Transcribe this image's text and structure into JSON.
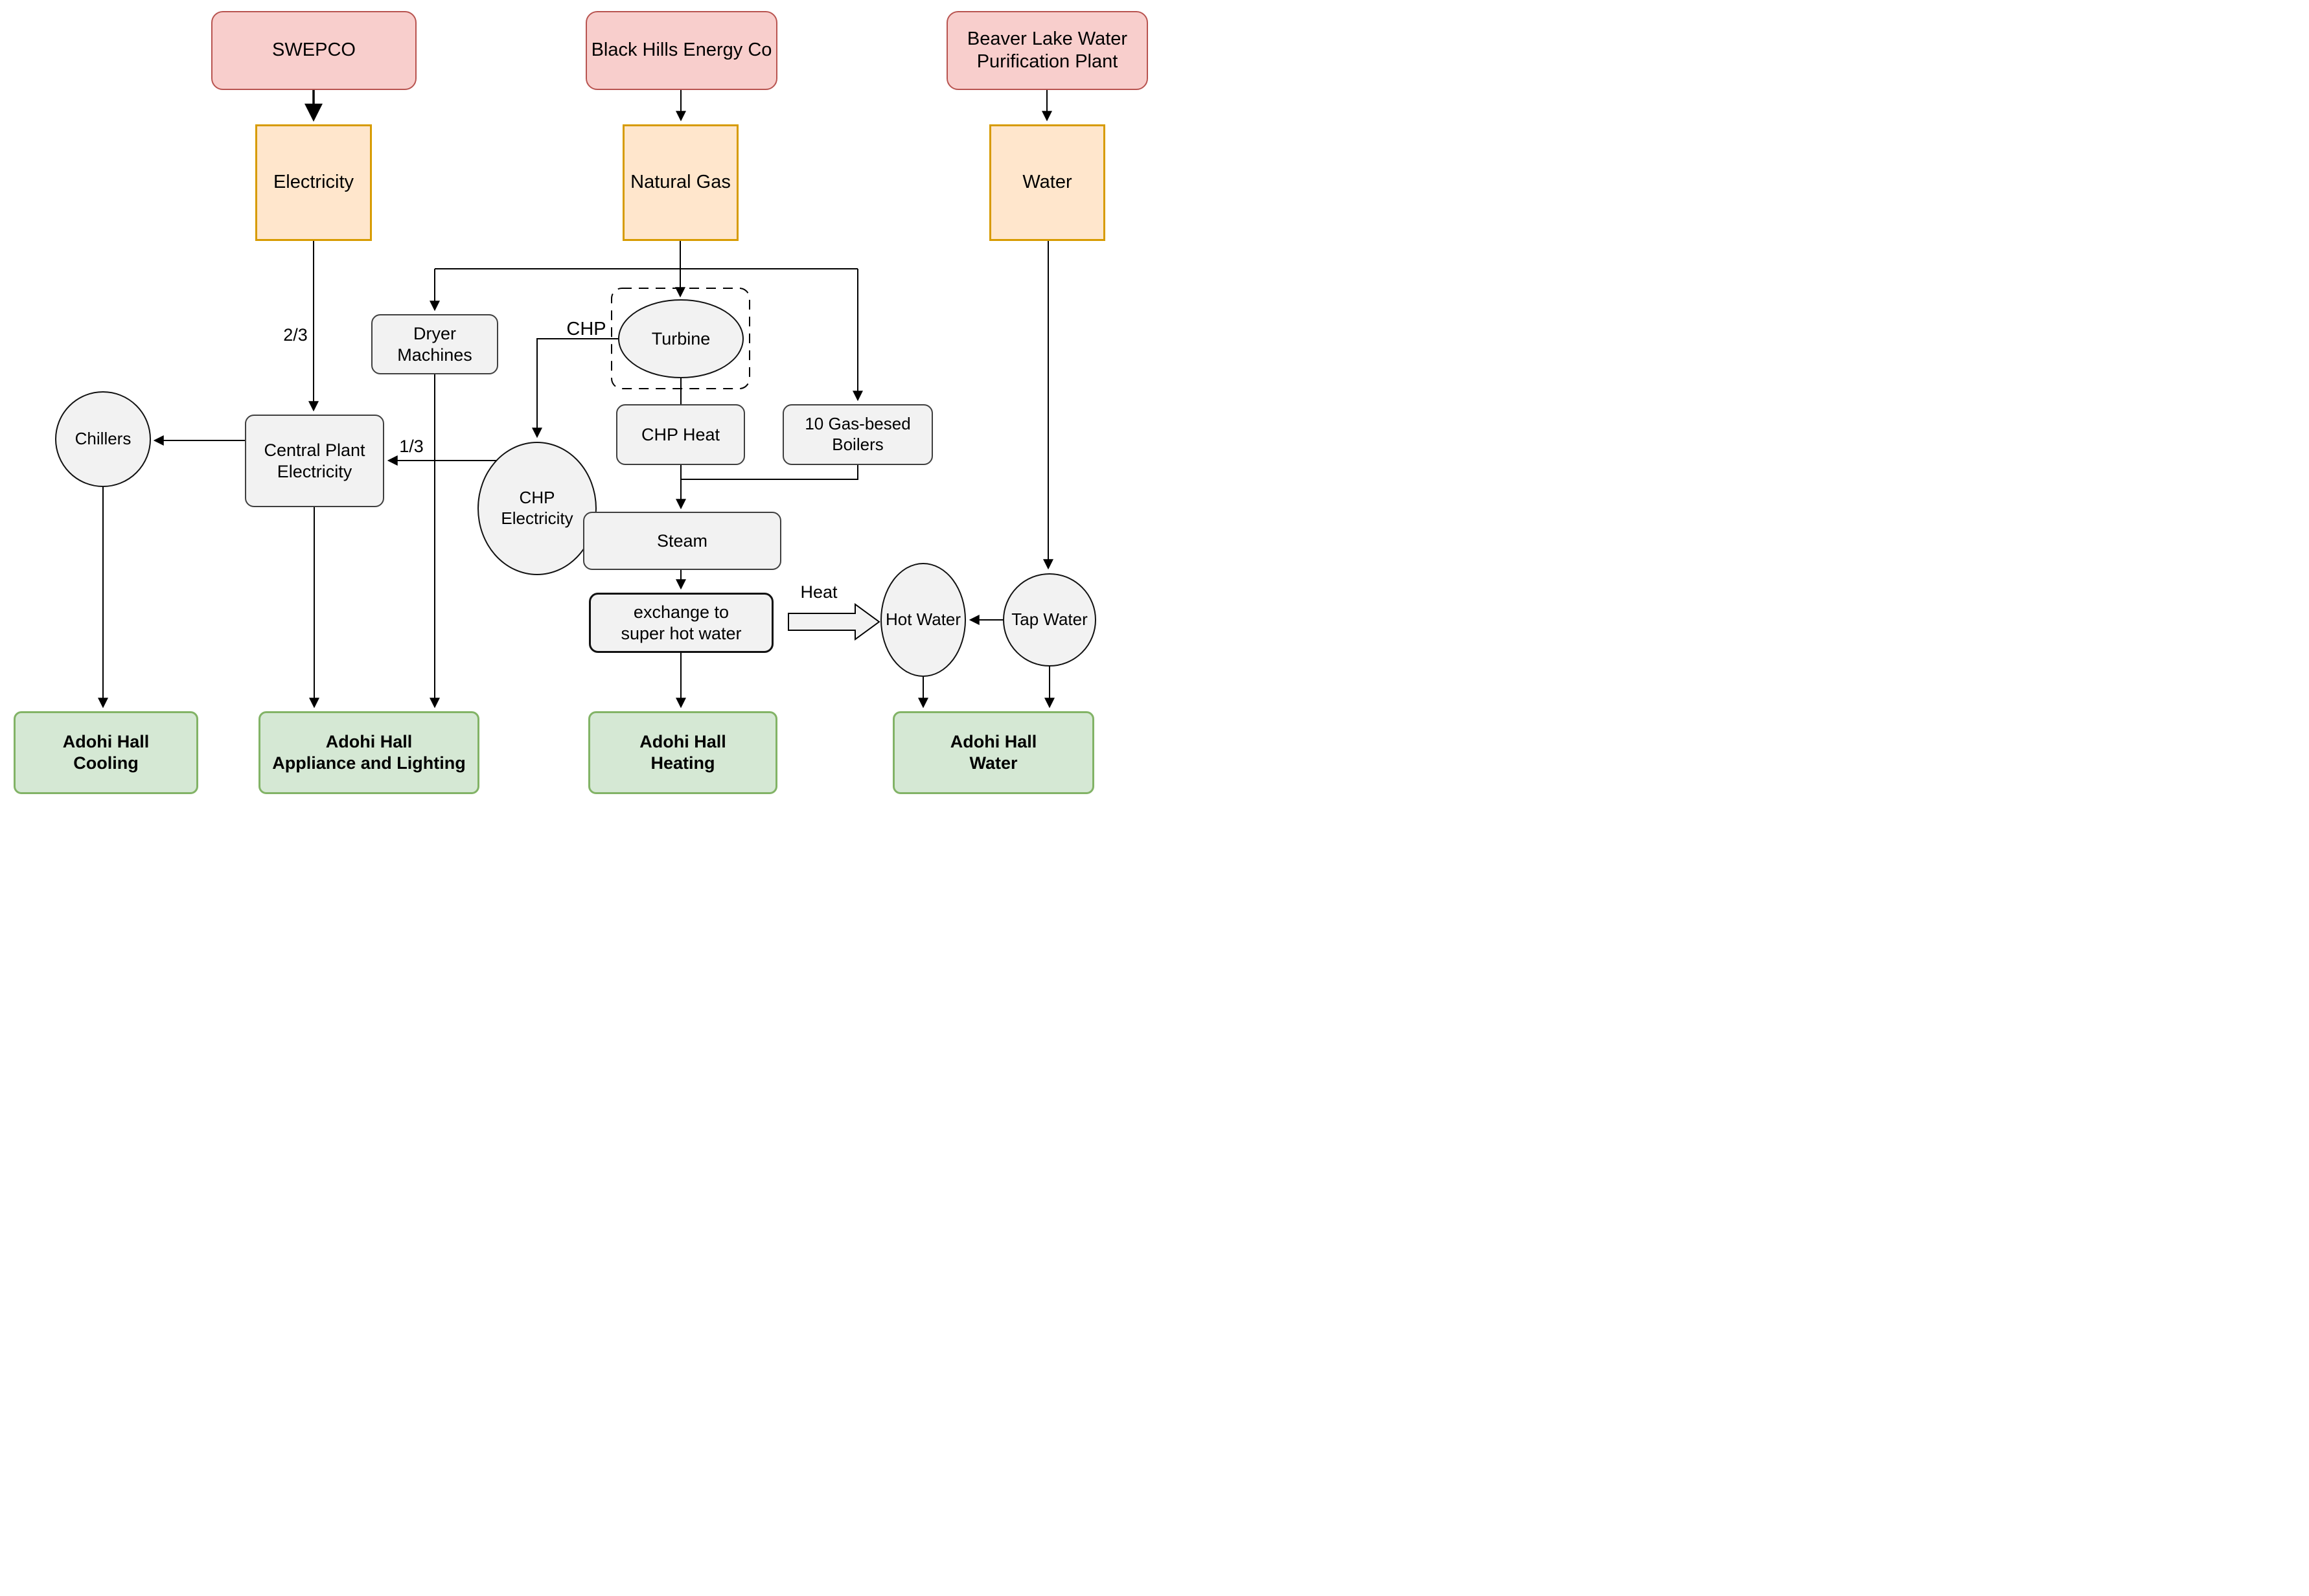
{
  "nodes": {
    "swepco": {
      "label": "SWEPCO",
      "type": "source"
    },
    "black_hills": {
      "label": "Black Hills Energy Co",
      "type": "source"
    },
    "beaver_lake": {
      "label": "Beaver Lake Water\nPurification Plant",
      "type": "source"
    },
    "electricity": {
      "label": "Electricity",
      "type": "utility"
    },
    "natural_gas": {
      "label": "Natural Gas",
      "type": "utility"
    },
    "water": {
      "label": "Water",
      "type": "utility"
    },
    "dryer_machines": {
      "label": "Dryer\nMachines",
      "type": "process"
    },
    "turbine": {
      "label": "Turbine",
      "type": "process-ellipse"
    },
    "chp_electricity": {
      "label": "CHP\nElectricity",
      "type": "process-ellipse"
    },
    "chp_heat": {
      "label": "CHP Heat",
      "type": "process"
    },
    "boilers": {
      "label": "10 Gas-besed\nBoilers",
      "type": "process"
    },
    "central_plant": {
      "label": "Central Plant\nElectricity",
      "type": "process"
    },
    "chillers": {
      "label": "Chillers",
      "type": "process-ellipse"
    },
    "steam": {
      "label": "Steam",
      "type": "process"
    },
    "exchange": {
      "label": "exchange to\nsuper hot water",
      "type": "process"
    },
    "hot_water": {
      "label": "Hot Water",
      "type": "process-ellipse"
    },
    "tap_water": {
      "label": "Tap Water",
      "type": "process-ellipse"
    },
    "adohi_cooling": {
      "label": "Adohi Hall\nCooling",
      "type": "destination"
    },
    "adohi_appliance": {
      "label": "Adohi Hall\nAppliance and Lighting",
      "type": "destination"
    },
    "adohi_heating": {
      "label": "Adohi Hall\nHeating",
      "type": "destination"
    },
    "adohi_water": {
      "label": "Adohi Hall\nWater",
      "type": "destination"
    }
  },
  "edge_labels": {
    "electricity_share": "2/3",
    "chp_share": "1/3",
    "chp_group": "CHP",
    "heat": "Heat"
  },
  "edges": [
    {
      "from": "SWEPCO",
      "to": "Electricity"
    },
    {
      "from": "Black Hills Energy Co",
      "to": "Natural Gas"
    },
    {
      "from": "Beaver Lake Water Purification Plant",
      "to": "Water"
    },
    {
      "from": "Electricity",
      "to": "Central Plant Electricity",
      "label": "2/3"
    },
    {
      "from": "Natural Gas",
      "to": "Turbine"
    },
    {
      "from": "Natural Gas",
      "to": "Dryer Machines"
    },
    {
      "from": "Natural Gas",
      "to": "10 Gas-besed Boilers"
    },
    {
      "from": "Turbine",
      "to": "CHP Electricity"
    },
    {
      "from": "Turbine",
      "to": "CHP Heat"
    },
    {
      "from": "CHP Electricity",
      "to": "Central Plant Electricity",
      "label": "1/3"
    },
    {
      "from": "Central Plant Electricity",
      "to": "Chillers"
    },
    {
      "from": "CHP Heat",
      "to": "Steam"
    },
    {
      "from": "10 Gas-besed Boilers",
      "to": "Steam"
    },
    {
      "from": "Steam",
      "to": "exchange to super hot water"
    },
    {
      "from": "exchange to super hot water",
      "to": "Hot Water",
      "label": "Heat"
    },
    {
      "from": "exchange to super hot water",
      "to": "Adohi Hall Heating"
    },
    {
      "from": "Water",
      "to": "Tap Water"
    },
    {
      "from": "Tap Water",
      "to": "Hot Water"
    },
    {
      "from": "Chillers",
      "to": "Adohi Hall Cooling"
    },
    {
      "from": "Central Plant Electricity",
      "to": "Adohi Hall Appliance and Lighting"
    },
    {
      "from": "Dryer Machines",
      "to": "Adohi Hall Appliance and Lighting"
    },
    {
      "from": "Hot Water",
      "to": "Adohi Hall Water"
    },
    {
      "from": "Tap Water",
      "to": "Adohi Hall Water"
    }
  ],
  "colors": {
    "source_fill": "#f8cecc",
    "source_stroke": "#b85450",
    "utility_fill": "#ffe6cc",
    "utility_stroke": "#d79b00",
    "process_fill": "#f2f2f2",
    "process_stroke": "#3f3f3f",
    "destination_fill": "#d5e8d4",
    "destination_stroke": "#82b366",
    "edge_stroke": "#000000"
  }
}
